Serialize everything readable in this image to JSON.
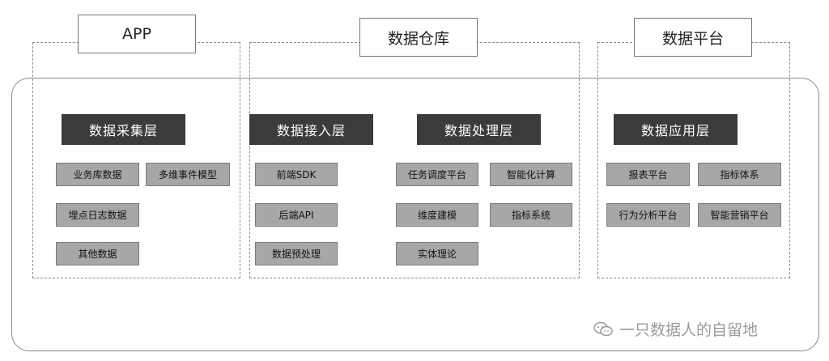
{
  "sections": {
    "app": "APP",
    "warehouse": "数据仓库",
    "platform": "数据平台"
  },
  "layers": {
    "collect": "数据采集层",
    "ingest": "数据接入层",
    "process": "数据处理层",
    "apply": "数据应用层"
  },
  "items": {
    "collect": [
      "业务库数据",
      "多维事件模型",
      "埋点日志数据",
      "其他数据"
    ],
    "ingest": [
      "前端SDK",
      "后端API",
      "数据预处理"
    ],
    "process": [
      "任务调度平台",
      "智能化计算",
      "维度建模",
      "指标系统",
      "实体理论"
    ],
    "apply": [
      "报表平台",
      "指标体系",
      "行为分析平台",
      "智能营销平台"
    ]
  },
  "watermark": "一只数据人的自留地"
}
